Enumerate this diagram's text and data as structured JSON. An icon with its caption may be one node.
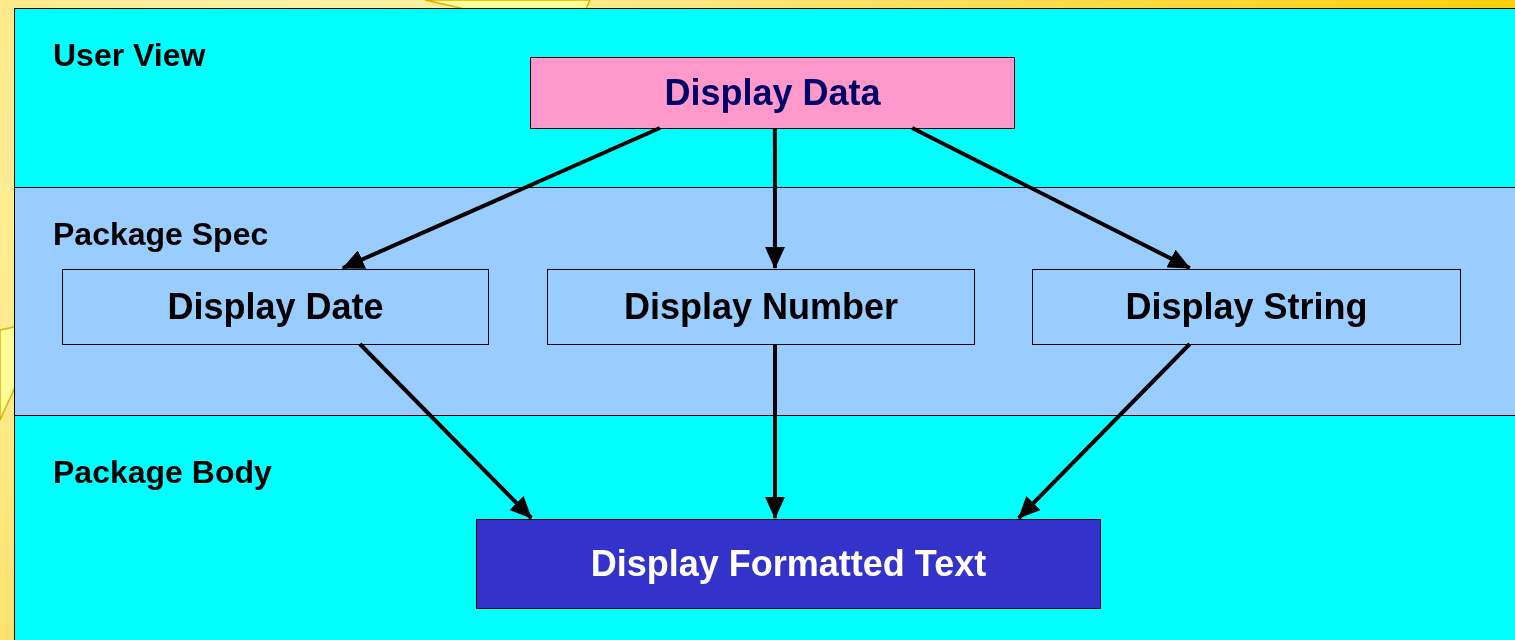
{
  "diagram": {
    "nodes": [
      {
        "text": [
          "User View"
        ]
      },
      {
        "text": [
          "Display Data"
        ],
        "in": 0
      },
      {
        "text": [
          "Package Spec"
        ]
      },
      {
        "text": [
          "Display Date"
        ],
        "in": 2
      },
      {
        "text": [
          "Display Number"
        ],
        "in": 2
      },
      {
        "text": [
          "Display String"
        ],
        "in": 2
      },
      {
        "text": [
          "Package Body"
        ]
      },
      {
        "text": [
          "Display Formatted Text"
        ],
        "in": 6
      }
    ],
    "edges": [
      {
        "from": 1,
        "to": 3,
        "arrow": "to"
      },
      {
        "from": 1,
        "to": 4,
        "arrow": "to"
      },
      {
        "from": 1,
        "to": 5,
        "arrow": "to"
      },
      {
        "from": 3,
        "to": 7,
        "arrow": "to"
      },
      {
        "from": 4,
        "to": 7,
        "arrow": "to"
      },
      {
        "from": 5,
        "to": 7,
        "arrow": "to"
      }
    ]
  }
}
